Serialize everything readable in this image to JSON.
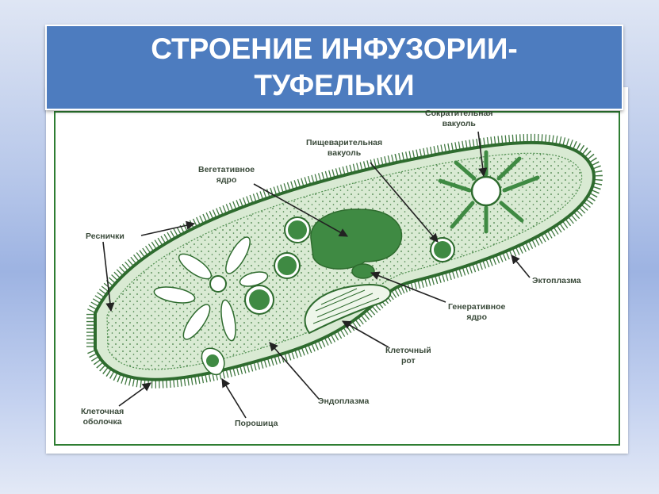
{
  "title": {
    "line1": "СТРОЕНИЕ ИНФУЗОРИИ-",
    "line2": "ТУФЕЛЬКИ"
  },
  "labels": {
    "contractile_vacuole": [
      "Сократительная",
      "вакуоль"
    ],
    "digestive_vacuole": [
      "Пищеварительная",
      "вакуоль"
    ],
    "vegetative_nucleus": [
      "Вегетативное",
      "ядро"
    ],
    "cilia": "Реснички",
    "ectoplasm": "Эктоплазма",
    "generative_nucleus": [
      "Генеративное",
      "ядро"
    ],
    "cell_mouth": [
      "Клеточный",
      "рот"
    ],
    "endoplasm": "Эндоплазма",
    "cell_membrane": [
      "Клеточная",
      "оболочка"
    ],
    "anal_pore": "Порошица"
  },
  "colors": {
    "banner": "#4d7cbf",
    "cell_outline": "#2e6b2e",
    "cytoplasm": "#d9ead3",
    "nucleus": "#3f8a43"
  }
}
